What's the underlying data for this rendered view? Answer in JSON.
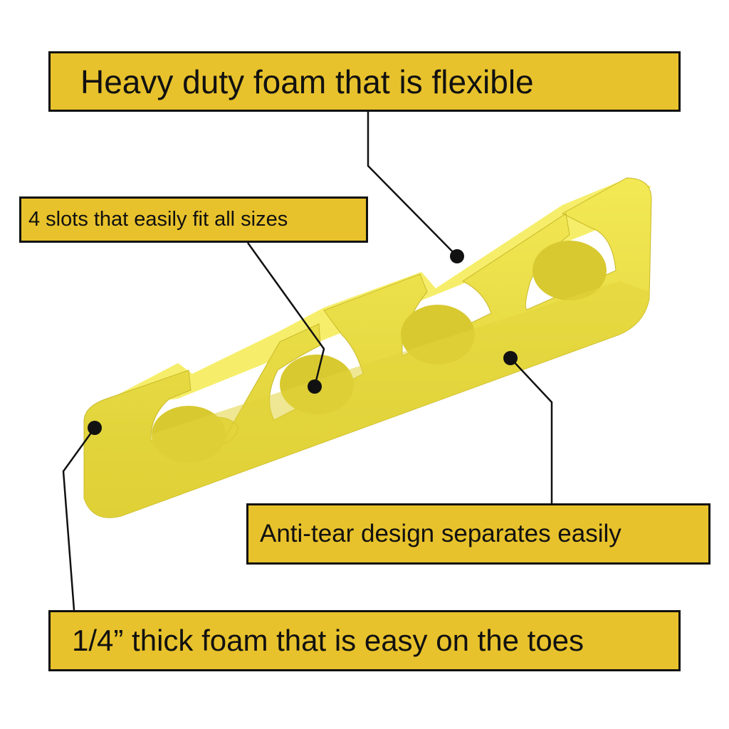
{
  "callouts": {
    "top": "Heavy duty foam that is flexible",
    "slots": "4 slots that easily fit all sizes",
    "anti_tear": "Anti-tear design separates easily",
    "thickness": "1/4” thick foam that is easy on the toes"
  },
  "colors": {
    "foam": "#efe34a",
    "label_fill": "#e8c22c",
    "line": "#111111"
  }
}
